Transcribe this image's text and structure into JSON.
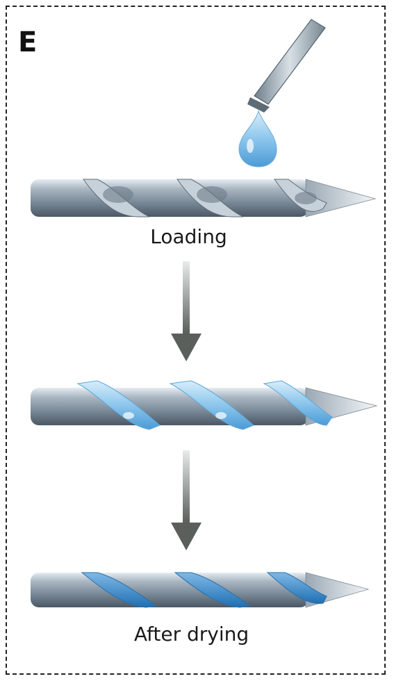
{
  "figure": {
    "panel_label": "E",
    "captions": {
      "loading": "Loading",
      "after_drying": "After drying"
    }
  },
  "colors": {
    "needle_light": "#cdd6de",
    "needle_mid": "#8a9aa8",
    "needle_dark": "#4c5a66",
    "liquid": "#8fc7ec",
    "liquid_dark": "#2f86c8",
    "arrow": "#5a5f5c"
  },
  "stages": [
    "empty-needle",
    "liquid-filled-needle",
    "dried-coating-needle"
  ],
  "icons": [
    "dropper-icon",
    "droplet-icon",
    "down-arrow-icon"
  ]
}
